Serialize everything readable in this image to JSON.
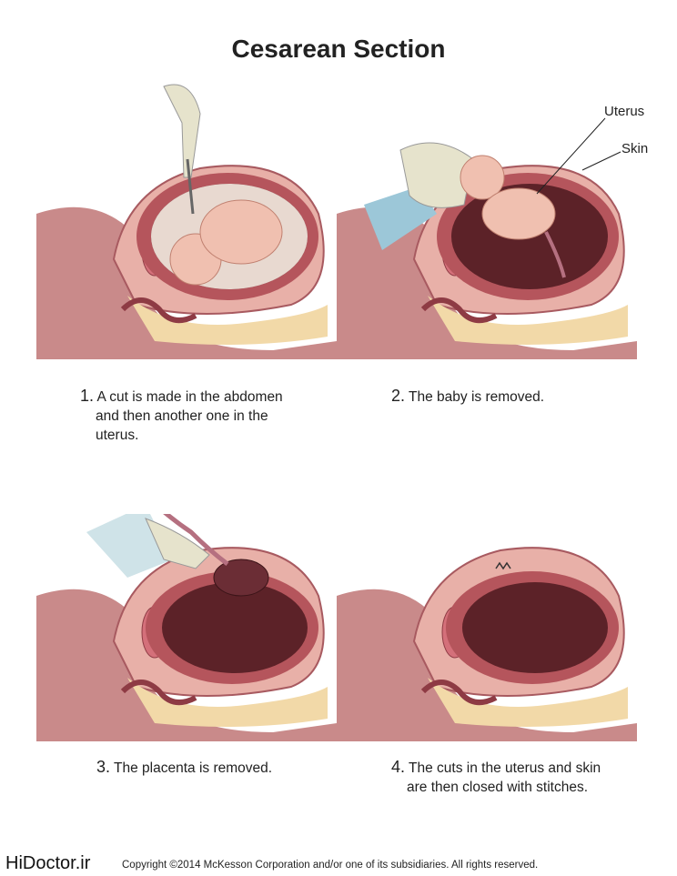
{
  "title": "Cesarean Section",
  "labels": {
    "uterus": "Uterus",
    "skin": "Skin"
  },
  "steps": [
    {
      "number": "1.",
      "lines": [
        "A cut is made in the abdomen",
        "and then another one in the",
        "uterus."
      ]
    },
    {
      "number": "2.",
      "lines": [
        "The baby is removed."
      ]
    },
    {
      "number": "3.",
      "lines": [
        "The placenta is removed."
      ]
    },
    {
      "number": "4.",
      "lines": [
        "The cuts in the uterus and skin",
        "are then closed with stitches."
      ]
    }
  ],
  "footer": {
    "logo": "HiDoctor.ir",
    "copyright": "Copyright ©2014 McKesson Corporation and/or one of its subsidiaries. All rights reserved."
  },
  "colors": {
    "skin": "#c98a8a",
    "uterus_wall": "#b5555c",
    "cavity": "#5c2228",
    "fetus": "#f0c0b0",
    "glove": "#e6e3cc",
    "fat": "#f2d9a8"
  }
}
